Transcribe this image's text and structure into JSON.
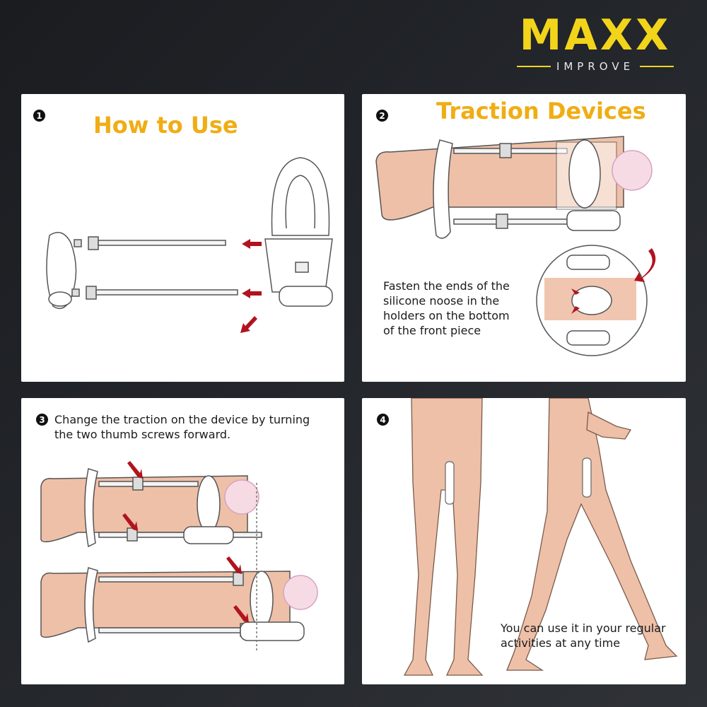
{
  "brand": {
    "name": "MAXX",
    "tagline": "IMPROVE",
    "primary_color": "#f2d51a"
  },
  "colors": {
    "heading": "#f0ad14",
    "arrow": "#b0141e",
    "skin": "#eec0a8",
    "background": "#24272c",
    "panel": "#ffffff"
  },
  "panels": [
    {
      "step": "1",
      "heading": "How to Use",
      "caption": "",
      "illustration": "device-assembly-diagram"
    },
    {
      "step": "2",
      "heading": "Traction Devices",
      "caption": "Fasten the ends of the silicone noose in the holders on the bottom of the front piece",
      "caption_lines": [
        "Fasten the ends of the",
        "silicone noose in the",
        "holders on the bottom",
        "of the front piece"
      ],
      "illustration": "noose-fastening-diagram"
    },
    {
      "step": "3",
      "heading": "",
      "caption": "Change the traction on the device by turning the two thumb screws forward.",
      "caption_lines": [
        "Change the traction on the device by turning",
        "the two thumb screws forward."
      ],
      "illustration": "thumb-screw-adjustment-diagram"
    },
    {
      "step": "4",
      "heading": "",
      "caption": "You can use it in your regular activities at any time",
      "caption_lines": [
        "You can use it in your regular",
        "activities at any time"
      ],
      "illustration": "daily-activity-figures"
    }
  ]
}
